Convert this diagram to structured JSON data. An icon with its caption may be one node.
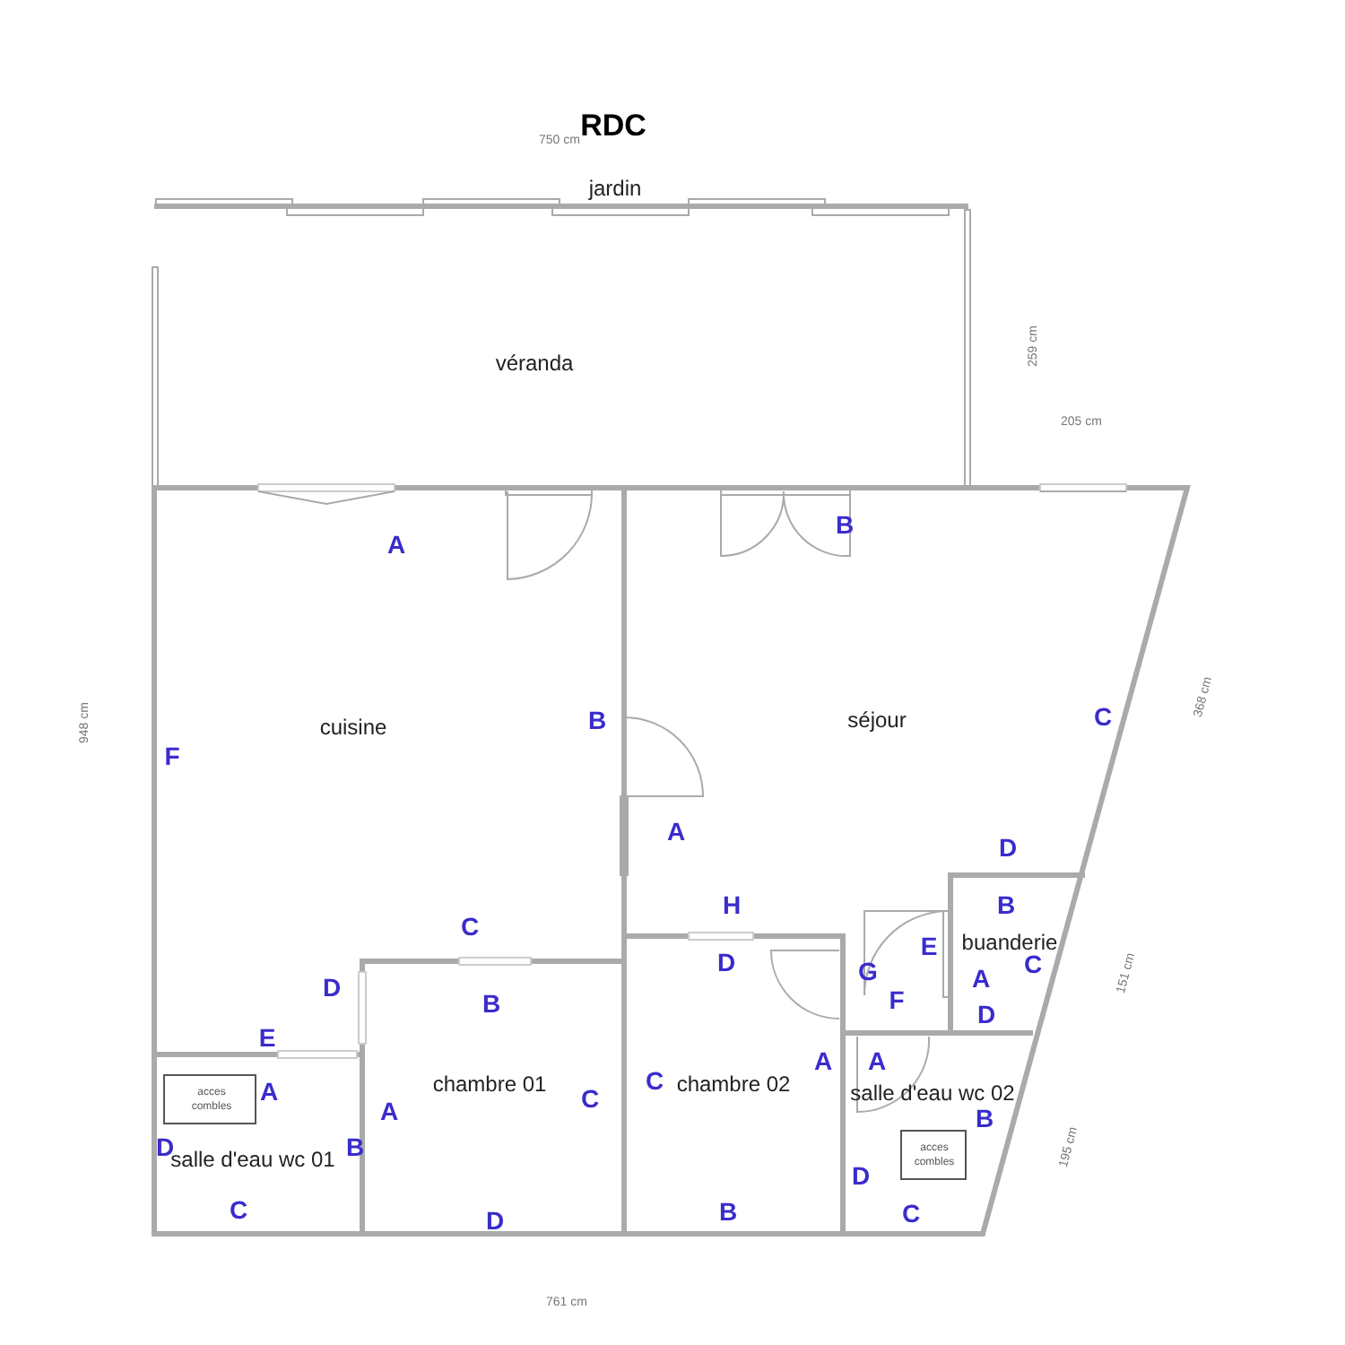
{
  "diagram": {
    "title": "RDC",
    "nodes": [
      {
        "text": [
          "véranda"
        ]
      },
      {
        "text": [
          "cuisine"
        ]
      },
      {
        "text": [
          "séjour"
        ]
      },
      {
        "text": [
          "chambre 01"
        ]
      },
      {
        "text": [
          "salle d'eau wc 01"
        ]
      },
      {
        "text": [
          "acces combles"
        ],
        "in": 4
      },
      {
        "text": [
          "chambre 02"
        ]
      },
      {
        "text": [
          "buanderie"
        ]
      },
      {
        "text": [
          "salle d'eau wc 02"
        ]
      },
      {
        "text": [
          "acces combles"
        ],
        "in": 8
      }
    ],
    "labels": [
      "750 cm",
      "jardin",
      "259 cm",
      "205 cm",
      "A",
      "B",
      "368 cm",
      "948 cm",
      "B",
      "C",
      "F",
      "A",
      "D",
      "H",
      "B",
      "C",
      "E",
      "D",
      "B",
      "D",
      "G",
      "F",
      "A",
      "D",
      "C",
      "151 cm",
      "E",
      "A",
      "A",
      "C",
      "A",
      "C",
      "A",
      "B",
      "195 cm",
      "D",
      "B",
      "D",
      "C",
      "D",
      "B",
      "C",
      "761 cm"
    ]
  }
}
